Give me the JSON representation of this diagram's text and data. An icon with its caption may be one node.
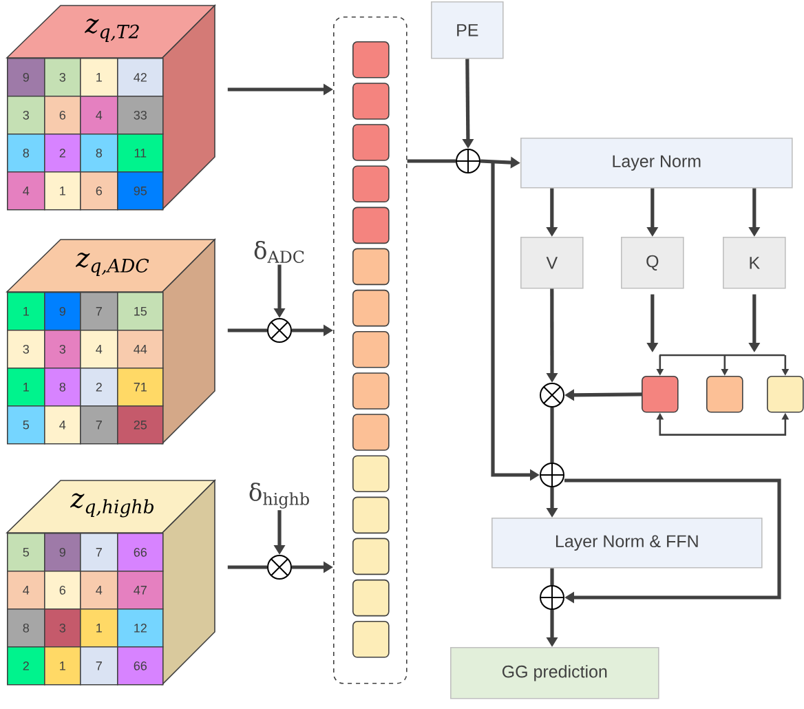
{
  "diagram": {
    "nodes": [
      {
        "text": [
          "z$_{q,T2}$",
          "9",
          "3",
          "1",
          "42",
          "3",
          "6",
          "4",
          "33",
          "8",
          "2",
          "8",
          "11",
          "4",
          "1",
          "6",
          "95"
        ]
      },
      {
        "text": [
          "z$_{q,ADC}$",
          "1",
          "9",
          "7",
          "15",
          "3",
          "3",
          "4",
          "44",
          "1",
          "8",
          "2",
          "71",
          "5",
          "4",
          "7",
          "25"
        ]
      },
      {
        "text": [
          "z$_{q,highb}$",
          "5",
          "9",
          "7",
          "66",
          "4",
          "6",
          "4",
          "47",
          "8",
          "3",
          "1",
          "12",
          "2",
          "1",
          "7",
          "66"
        ]
      },
      {
        "text": [],
        "shape": "box"
      },
      {
        "text": [],
        "shape": "box",
        "in": 3
      },
      {
        "text": [],
        "shape": "box",
        "in": 3
      },
      {
        "text": [],
        "shape": "box",
        "in": 3
      },
      {
        "text": [],
        "shape": "box",
        "in": 3
      },
      {
        "text": [],
        "shape": "box",
        "in": 3
      },
      {
        "text": [],
        "shape": "box",
        "in": 3
      },
      {
        "text": [],
        "shape": "box",
        "in": 3
      },
      {
        "text": [],
        "shape": "box",
        "in": 3
      },
      {
        "text": [],
        "shape": "box",
        "in": 3
      },
      {
        "text": [],
        "shape": "box",
        "in": 3
      },
      {
        "text": [],
        "shape": "box",
        "in": 3
      },
      {
        "text": [],
        "shape": "box",
        "in": 3
      },
      {
        "text": [],
        "shape": "box",
        "in": 3
      },
      {
        "text": [],
        "shape": "box",
        "in": 3
      },
      {
        "text": [],
        "shape": "box",
        "in": 3
      },
      {
        "text": [
          "δ$_{ADC}$"
        ]
      },
      {
        "text": [],
        "shape": "cross"
      },
      {
        "text": [
          "δ$_{highb}$"
        ]
      },
      {
        "text": [],
        "shape": "cross"
      },
      {
        "text": [
          "PE"
        ]
      },
      {
        "text": [],
        "shape": "plus"
      },
      {
        "text": [
          "Layer Norm"
        ]
      },
      {
        "text": [
          "V"
        ]
      },
      {
        "text": [
          "Q"
        ]
      },
      {
        "text": [
          "K"
        ]
      },
      {
        "text": [],
        "shape": "cross"
      },
      {
        "text": [],
        "shape": "box"
      },
      {
        "text": [],
        "shape": "box"
      },
      {
        "text": [],
        "shape": "box"
      },
      {
        "text": [],
        "shape": "plus"
      },
      {
        "text": [
          "Layer Norm & FFN"
        ]
      },
      {
        "text": [],
        "shape": "plus"
      },
      {
        "text": [
          "GG prediction"
        ]
      }
    ],
    "edges": [
      {
        "from": 0,
        "to": 3,
        "arrow": "to"
      },
      {
        "from": 1,
        "to": 20,
        "arrow": "none"
      },
      {
        "from": 19,
        "to": 20,
        "arrow": "to"
      },
      {
        "from": 20,
        "to": 3,
        "arrow": "to"
      },
      {
        "from": 2,
        "to": 22,
        "arrow": "none"
      },
      {
        "from": 21,
        "to": 22,
        "arrow": "to"
      },
      {
        "from": 22,
        "to": 3,
        "arrow": "to"
      },
      {
        "from": 3,
        "to": 24,
        "arrow": "none"
      },
      {
        "from": 23,
        "to": 24,
        "arrow": "to"
      },
      {
        "from": 24,
        "to": 25,
        "arrow": "to"
      },
      {
        "from": 25,
        "to": 26,
        "arrow": "to"
      },
      {
        "from": 25,
        "to": 27,
        "arrow": "to"
      },
      {
        "from": 25,
        "to": 28,
        "arrow": "to"
      },
      {
        "from": 27,
        "to": null,
        "arrow": "to"
      },
      {
        "from": 28,
        "to": null,
        "arrow": "to"
      },
      {
        "from": null,
        "to": 30,
        "arrow": "to"
      },
      {
        "from": null,
        "to": 31,
        "arrow": "to"
      },
      {
        "from": null,
        "to": 32,
        "arrow": "to"
      },
      {
        "from": 30,
        "to": 32,
        "arrow": "both"
      },
      {
        "from": 26,
        "to": 29,
        "arrow": "to"
      },
      {
        "from": 30,
        "to": 29,
        "arrow": "to"
      },
      {
        "from": 29,
        "to": 33,
        "arrow": "none"
      },
      {
        "from": 24,
        "to": 33,
        "arrow": "to"
      },
      {
        "from": 33,
        "to": 34,
        "arrow": "to"
      },
      {
        "from": 33,
        "to": 35,
        "arrow": "to"
      },
      {
        "from": 34,
        "to": 35,
        "arrow": "none"
      },
      {
        "from": 35,
        "to": 36,
        "arrow": "to"
      }
    ]
  }
}
